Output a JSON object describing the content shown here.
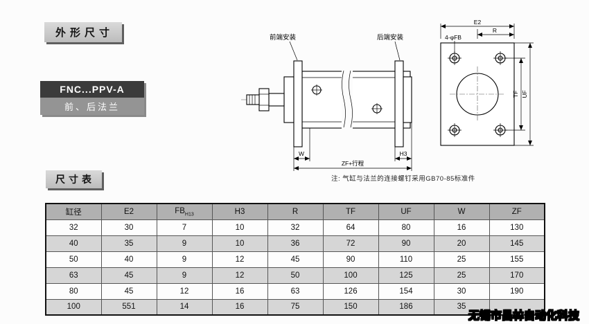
{
  "labels": {
    "outline_title": "外形尺寸",
    "model": "FNC...PPV-A",
    "model_sub": "前、后法兰",
    "table_title": "尺寸表",
    "note": "注: 气缸与法兰的连接螺钉采用GB70-85标准件",
    "watermark": "无锡市昌林自动化科技"
  },
  "drawing": {
    "front_mount": "前端安装",
    "rear_mount": "后端安装",
    "dim_w": "W",
    "dim_zf": "ZF+行程",
    "dim_h3": "H3",
    "dim_e2": "E2",
    "dim_r": "R",
    "dim_fb": "4-φFB",
    "dim_tf": "TF",
    "dim_uf": "UF"
  },
  "table": {
    "headers": [
      "缸径",
      "E2",
      "FB",
      "H3",
      "R",
      "TF",
      "UF",
      "W",
      "ZF"
    ],
    "fb_sub": "H13",
    "rows": [
      [
        "32",
        "30",
        "7",
        "10",
        "32",
        "64",
        "80",
        "16",
        "130"
      ],
      [
        "40",
        "35",
        "9",
        "10",
        "36",
        "72",
        "90",
        "20",
        "145"
      ],
      [
        "50",
        "40",
        "9",
        "12",
        "45",
        "90",
        "110",
        "25",
        "155"
      ],
      [
        "63",
        "45",
        "9",
        "12",
        "50",
        "100",
        "125",
        "25",
        "170"
      ],
      [
        "80",
        "45",
        "12",
        "16",
        "63",
        "126",
        "154",
        "30",
        "190"
      ],
      [
        "100",
        "551",
        "14",
        "16",
        "75",
        "150",
        "186",
        "35",
        ""
      ]
    ]
  }
}
